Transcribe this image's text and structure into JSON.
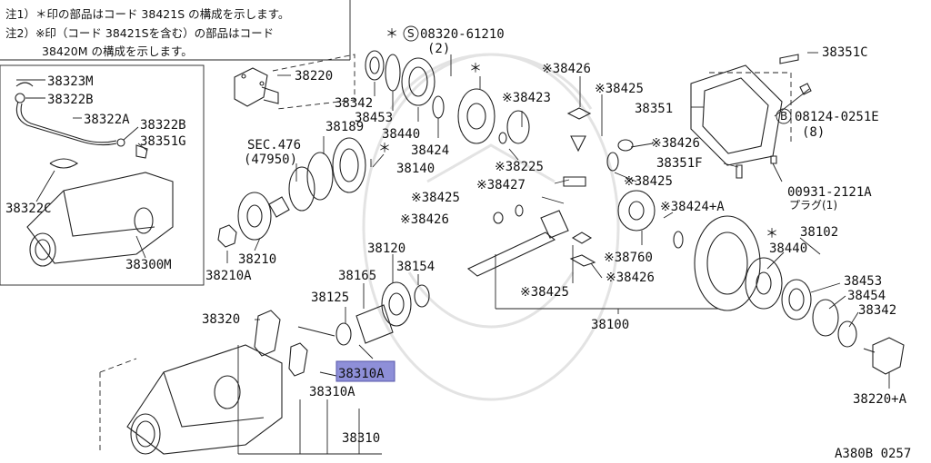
{
  "notes": [
    "注1）＊印の部品はコード 38421S の構成を示します。",
    "注2）※印（コード 38421Sを含む）の部品はコード",
    "38420M の構成を示します。"
  ],
  "labels": {
    "p38323M": "38323M",
    "p38322B_a": "38322B",
    "p38322A": "38322A",
    "p38322B_b": "38322B",
    "p38351G": "38351G",
    "p38322C": "38322C",
    "p38300M": "38300M",
    "p38220": "38220",
    "p38342_l": "38342",
    "p38453_l": "38453",
    "p38440_l": "38440",
    "p08320": "08320-61210",
    "p08320_qty": "(2)",
    "p38424": "38424",
    "p38426_t": "※38426",
    "p38423": "※38423",
    "p38425_t": "※38425",
    "p38225": "※38225",
    "p38189": "38189",
    "sec476": "SEC.476",
    "sec476_code": "(47950)",
    "p38140": "38140",
    "p38210": "38210",
    "p38210A": "38210A",
    "p38427": "※38427",
    "p38425_m": "※38425",
    "p38426_m": "※38426",
    "p38426_r": "※38426",
    "p38425_r": "※38425",
    "p38424A": "※38424+A",
    "p38760": "※38760",
    "p38425_b": "※38425",
    "p38426_b": "※38426",
    "p38351C": "38351C",
    "p38351": "38351",
    "p08124": "08124-0251E",
    "p08124_qty": "(8)",
    "p38351F": "38351F",
    "p00931": "00931-2121A",
    "plug": "プラグ(1)",
    "p38102": "38102",
    "p38440_r": "38440",
    "p38453_r": "38453",
    "p38454": "38454",
    "p38342_r": "38342",
    "p38220A": "38220+A",
    "p38120": "38120",
    "p38165": "38165",
    "p38154": "38154",
    "p38125": "38125",
    "p38100": "38100",
    "p38320": "38320",
    "p38310A_hl": "38310A",
    "p38310A": "38310A",
    "p38310": "38310",
    "fig_code": "A380B 0257",
    "mark_asterisk": "＊",
    "mark_s": "S",
    "mark_b": "B"
  },
  "highlight_color": "#8e8fd8"
}
